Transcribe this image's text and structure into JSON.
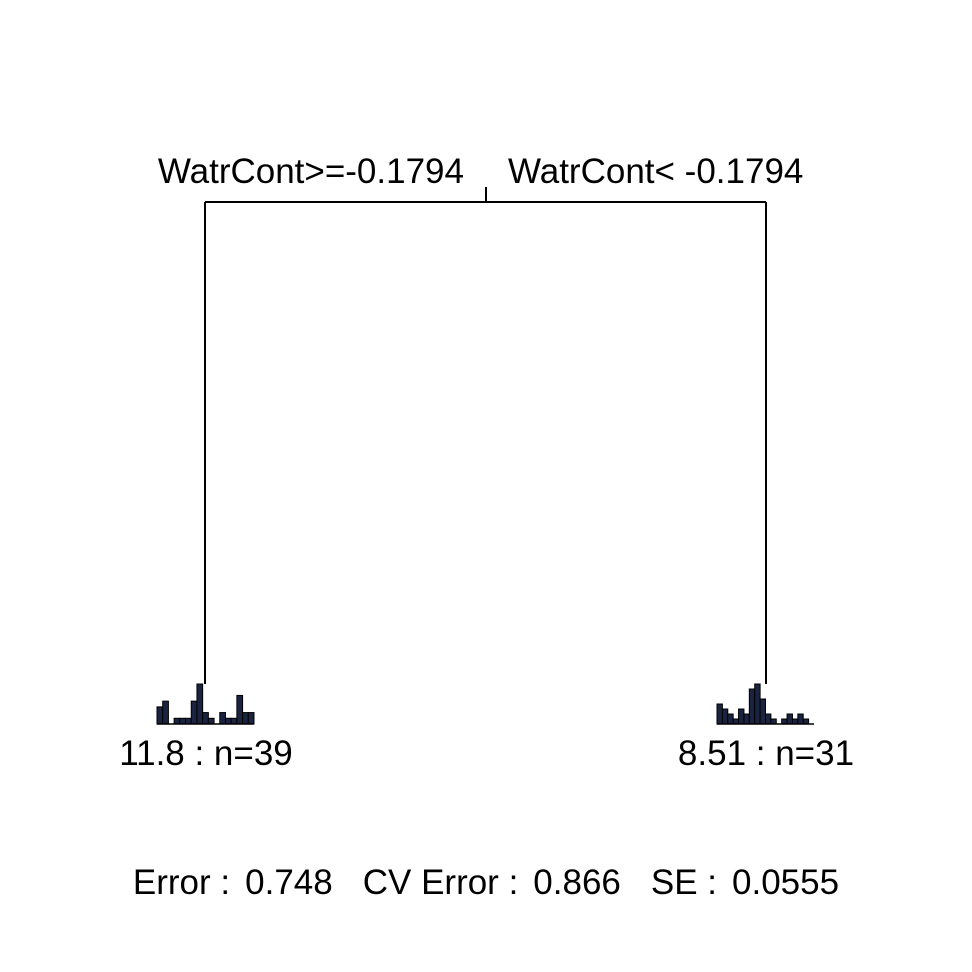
{
  "tree": {
    "split": {
      "left_label": "WatrCont>=-0.1794",
      "right_label": "WatrCont< -0.1794"
    },
    "leaves": [
      {
        "label": "11.8 : n=39",
        "histogram": [
          3,
          4,
          0,
          1,
          1,
          1,
          4,
          7,
          2,
          1,
          0,
          2,
          1,
          1,
          5,
          2,
          2
        ]
      },
      {
        "label": "8.51 : n=31",
        "histogram": [
          4,
          3,
          2,
          1,
          3,
          2,
          7,
          8,
          5,
          2,
          1,
          0,
          1,
          2,
          1,
          2,
          1,
          0
        ]
      }
    ],
    "footer": {
      "error_label": "Error :",
      "error_value": "0.748",
      "cv_error_label": "CV Error :",
      "cv_error_value": "0.866",
      "se_label": "SE :",
      "se_value": "0.0555"
    },
    "colors": {
      "line": "#000000",
      "bar_fill": "#1a2340"
    }
  }
}
